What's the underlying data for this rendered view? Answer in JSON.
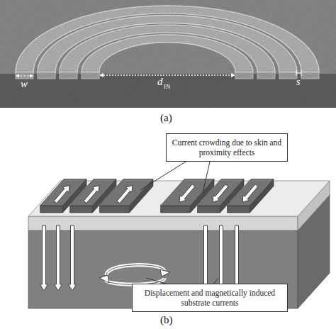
{
  "diagram": {
    "nodes": [
      {
        "text": [
          "Current crowding due to skin and proximity effects"
        ]
      },
      {
        "text": [
          "Displacement and magnetically induced substrate currents"
        ]
      }
    ],
    "labels": [
      "w",
      "d",
      "IN",
      "s",
      "(a)",
      "(b)"
    ]
  }
}
